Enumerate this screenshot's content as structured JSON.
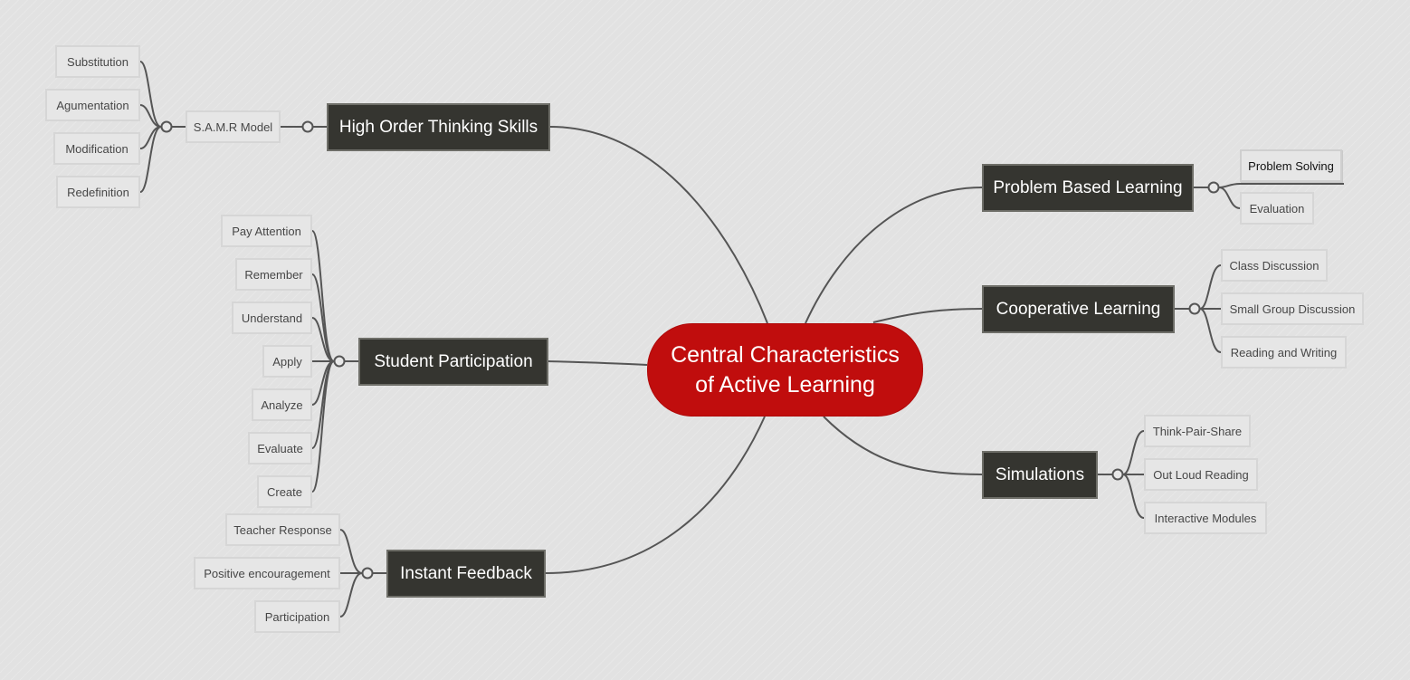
{
  "root": {
    "line1": "Central Characteristics",
    "line2": "of Active Learning",
    "color": "#c00d0d"
  },
  "branches": {
    "hots": {
      "label": "High Order Thinking Skills",
      "samr": {
        "label": "S.A.M.R Model",
        "items": [
          "Substitution",
          "Agumentation",
          "Modification",
          "Redefinition"
        ]
      }
    },
    "participation": {
      "label": "Student Participation",
      "items": [
        "Pay Attention",
        "Remember",
        "Understand",
        "Apply",
        "Analyze",
        "Evaluate",
        "Create"
      ]
    },
    "feedback": {
      "label": "Instant Feedback",
      "items": [
        "Teacher Response",
        "Positive encouragement",
        "Participation"
      ]
    },
    "pbl": {
      "label": "Problem Based Learning",
      "items": [
        "Problem Solving",
        "Evaluation"
      ]
    },
    "cooperative": {
      "label": "Cooperative Learning",
      "items": [
        "Class Discussion",
        "Small Group Discussion",
        "Reading and Writing"
      ]
    },
    "simulations": {
      "label": "Simulations",
      "items": [
        "Think-Pair-Share",
        "Out Loud Reading",
        "Interactive Modules"
      ]
    }
  },
  "colors": {
    "main_node": "#353530",
    "sub_node": "#e6e6e6",
    "connector": "#555555"
  }
}
